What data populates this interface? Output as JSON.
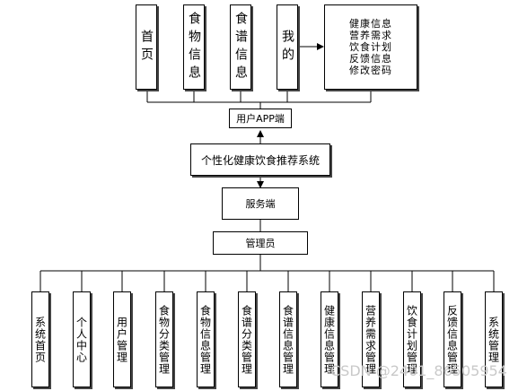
{
  "app_modules": [
    {
      "id": "home",
      "label": "首页"
    },
    {
      "id": "food-info",
      "label": "食物信息"
    },
    {
      "id": "recipe-info",
      "label": "食谱信息"
    },
    {
      "id": "mine",
      "label": "我的"
    }
  ],
  "mine_submenu": [
    "健康信息",
    "营养需求",
    "饮食计划",
    "反馈信息",
    "修改密码"
  ],
  "user_app": "用户APP端",
  "system": "个性化健康饮食推荐系统",
  "server": "服务端",
  "admin": "管理员",
  "admin_modules": [
    {
      "id": "system-home",
      "label": "系统首页"
    },
    {
      "id": "personal-center",
      "label": "个人中心"
    },
    {
      "id": "user-mgmt",
      "label": "用户管理"
    },
    {
      "id": "food-category-mgmt",
      "label": "食物分类管理"
    },
    {
      "id": "food-info-mgmt",
      "label": "食物信息管理"
    },
    {
      "id": "recipe-category-mgmt",
      "label": "食谱分类管理"
    },
    {
      "id": "recipe-info-mgmt",
      "label": "食谱信息管理"
    },
    {
      "id": "health-info-mgmt",
      "label": "健康信息管理"
    },
    {
      "id": "nutrition-mgmt",
      "label": "营养需求管理"
    },
    {
      "id": "diet-plan-mgmt",
      "label": "饮食计划管理"
    },
    {
      "id": "feedback-mgmt",
      "label": "反馈信息管理"
    },
    {
      "id": "system-mgmt",
      "label": "系统管理"
    }
  ],
  "watermark": "CSDN @2401_86505954"
}
